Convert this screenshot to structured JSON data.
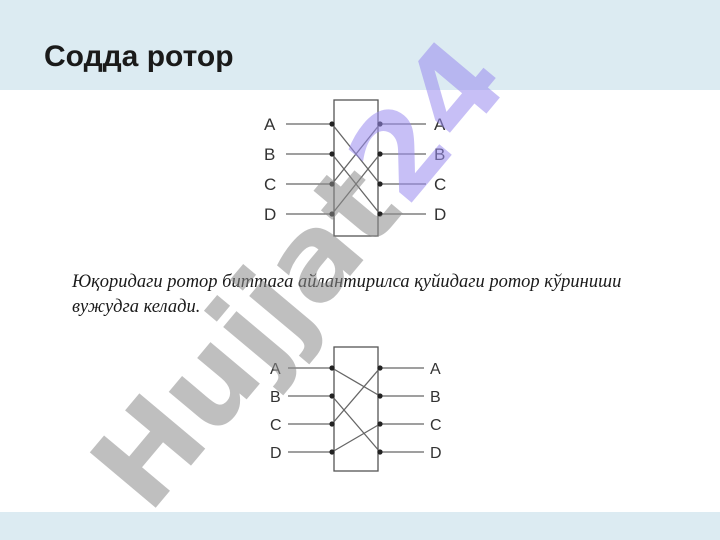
{
  "slide": {
    "title": "Содда ротор",
    "caption": "Юқоридаги ротор биттага айлантирилса қуйидаги ротор кўриниши вужудга келади."
  },
  "rotor_top": {
    "left_labels": [
      "A",
      "B",
      "C",
      "D"
    ],
    "right_labels": [
      "A",
      "B",
      "C",
      "D"
    ]
  },
  "rotor_bottom": {
    "left_labels": [
      "A",
      "B",
      "C",
      "D"
    ],
    "right_labels": [
      "A",
      "B",
      "C",
      "D"
    ]
  },
  "watermark": {
    "part1": "Hujjat",
    "part2": "24",
    "color1": "#8c8c8c",
    "color2": "#9a8cf0"
  },
  "colors": {
    "band": "#dcebf2",
    "line": "#666666"
  }
}
